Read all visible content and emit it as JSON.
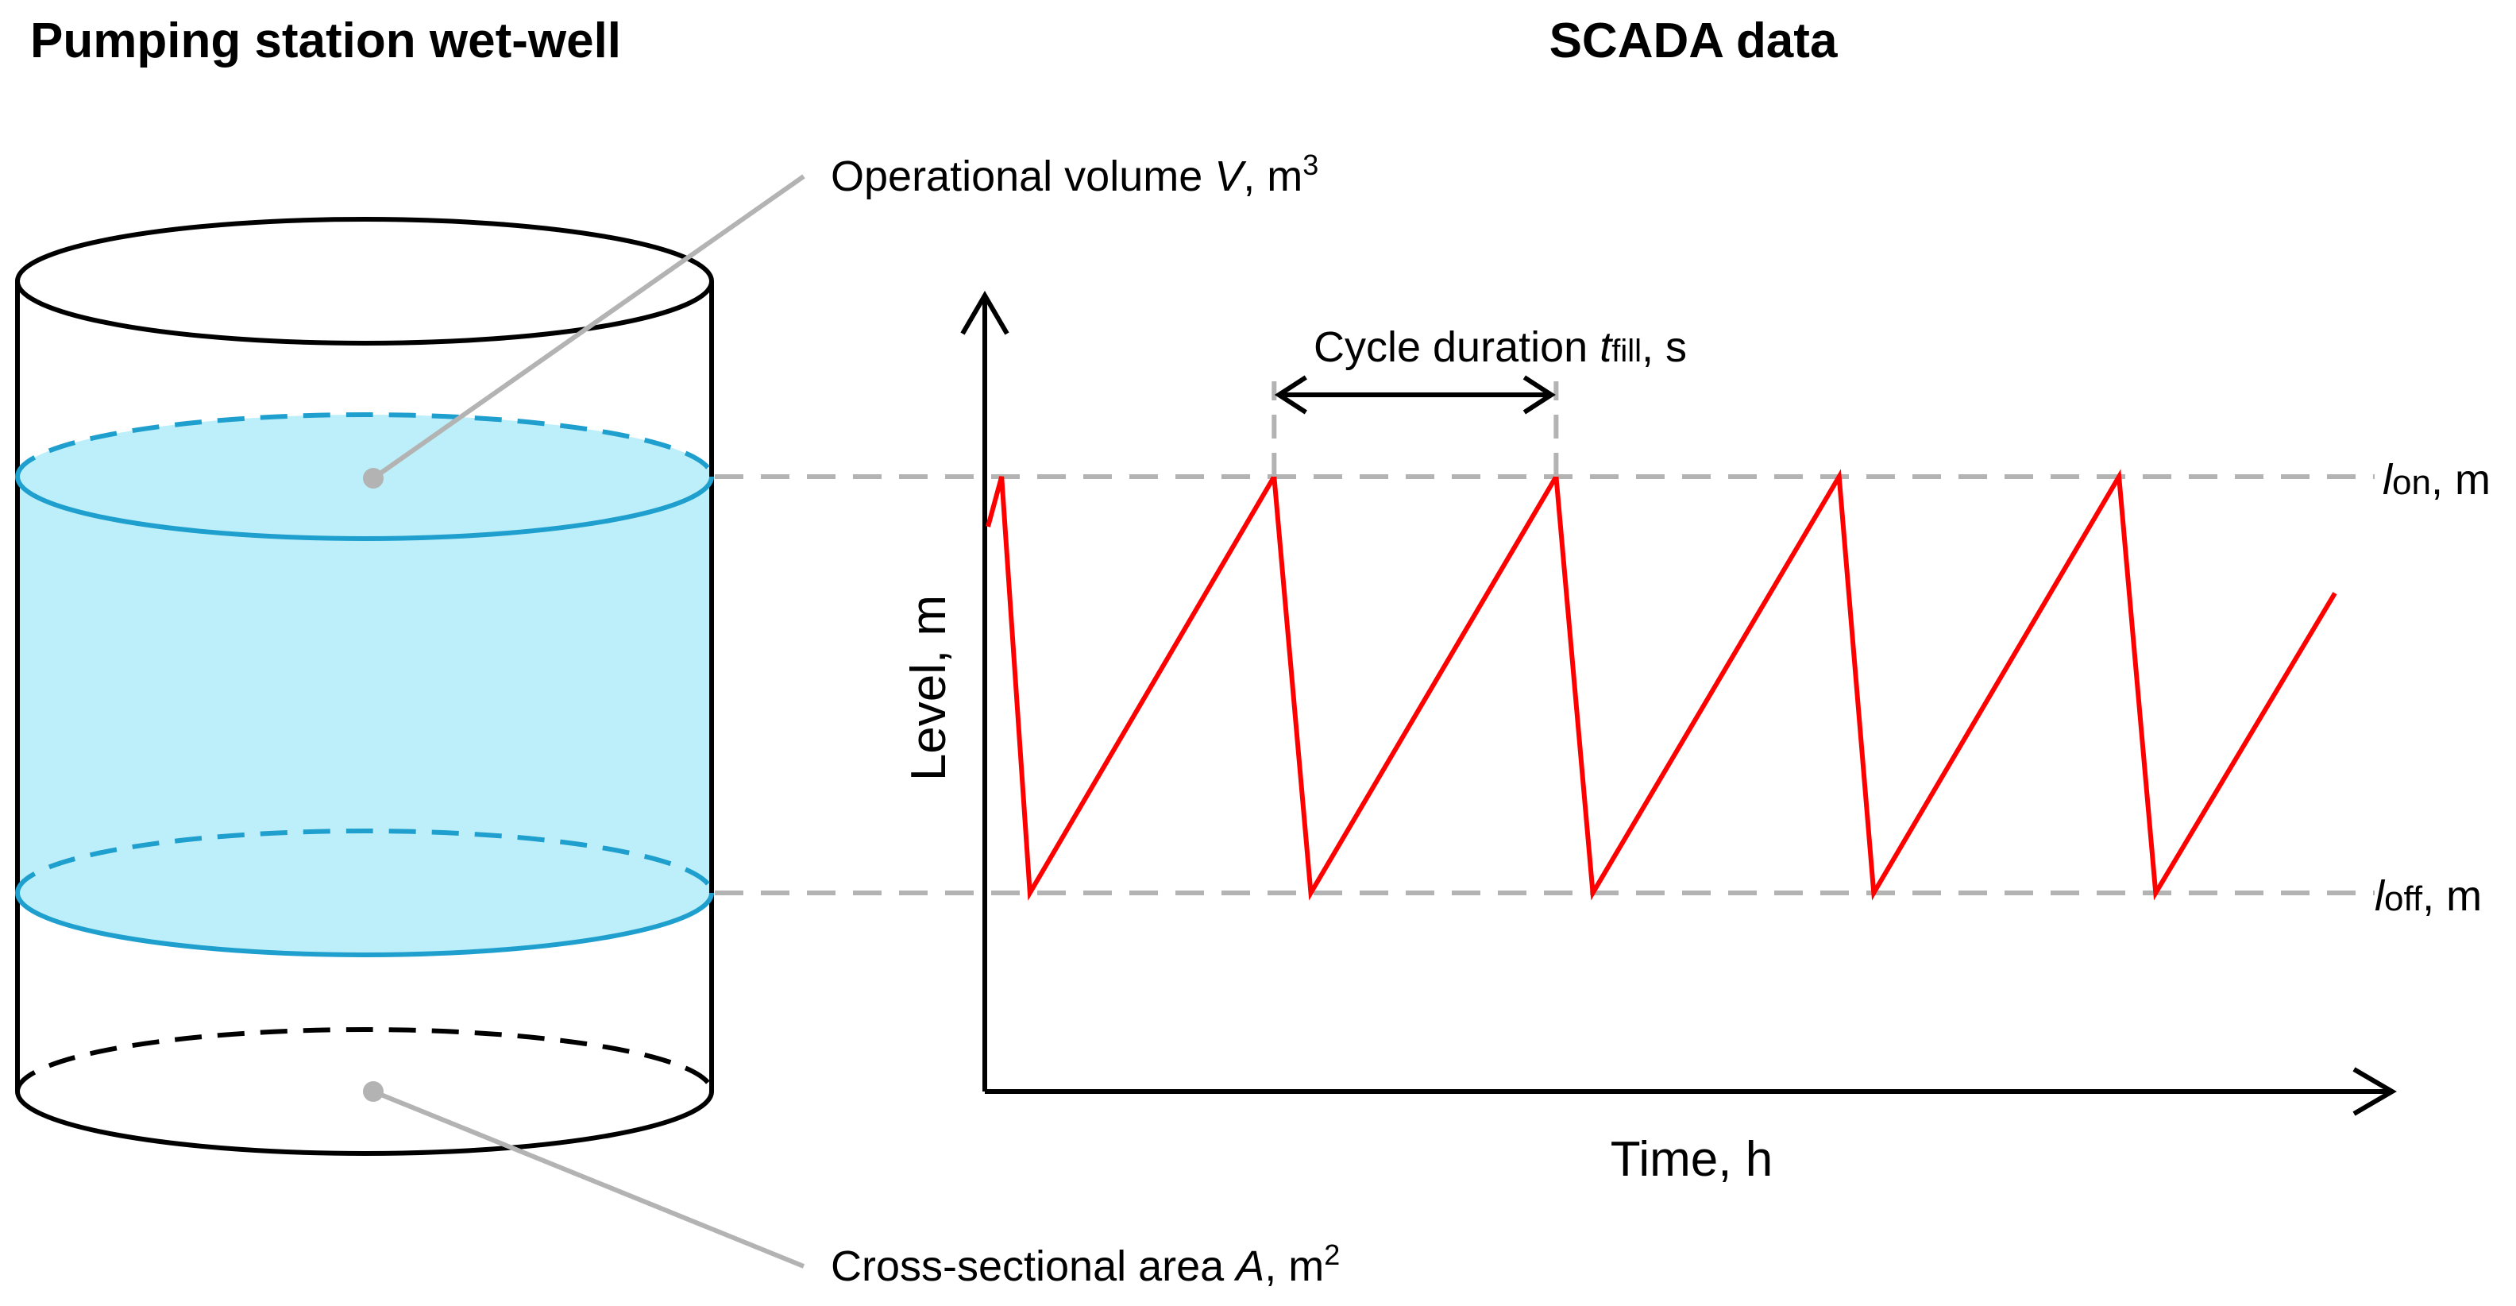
{
  "left_title": "Pumping station wet-well",
  "right_title": "SCADA data",
  "volume_label": {
    "prefix": "Operational volume ",
    "symbol": "V",
    "unit": ", m",
    "exp": "3"
  },
  "area_label": {
    "prefix": "Cross-sectional area ",
    "symbol": "A",
    "unit": ", m",
    "exp": "2"
  },
  "cycle_label": {
    "prefix": "Cycle duration ",
    "symbol": "t",
    "sub": "fill",
    "unit": ", s"
  },
  "l_on_label": {
    "symbol": "l",
    "sub": "on",
    "unit": ", m"
  },
  "l_off_label": {
    "symbol": "l",
    "sub": "off",
    "unit": ", m"
  },
  "y_axis_label": "Level, m",
  "x_axis_label": "Time, h",
  "colors": {
    "water_fill": "#bdeffa",
    "water_stroke": "#1e9fce",
    "level_line": "#ff0000",
    "reference_dash": "#b3b3b3",
    "leader_line": "#b3b3b3",
    "outline": "#000000"
  },
  "chart_data": {
    "type": "line",
    "xlabel": "Time, h",
    "ylabel": "Level, m",
    "series": [
      {
        "x": [
          0,
          0.13,
          0.4,
          2.73,
          3.08,
          5.42,
          5.77,
          8.12,
          8.45,
          10.79,
          11.14,
          12.85
        ],
        "y": [
          0.88,
          1,
          0,
          1,
          0,
          1,
          0,
          1,
          0,
          1,
          0,
          0.72
        ]
      }
    ],
    "xlim": [
      0,
      12.85
    ],
    "ylim": [
      0,
      1
    ],
    "reference_lines": [
      "l_on",
      "l_off"
    ],
    "annotation": "cycle duration between successive l_on peaks"
  }
}
